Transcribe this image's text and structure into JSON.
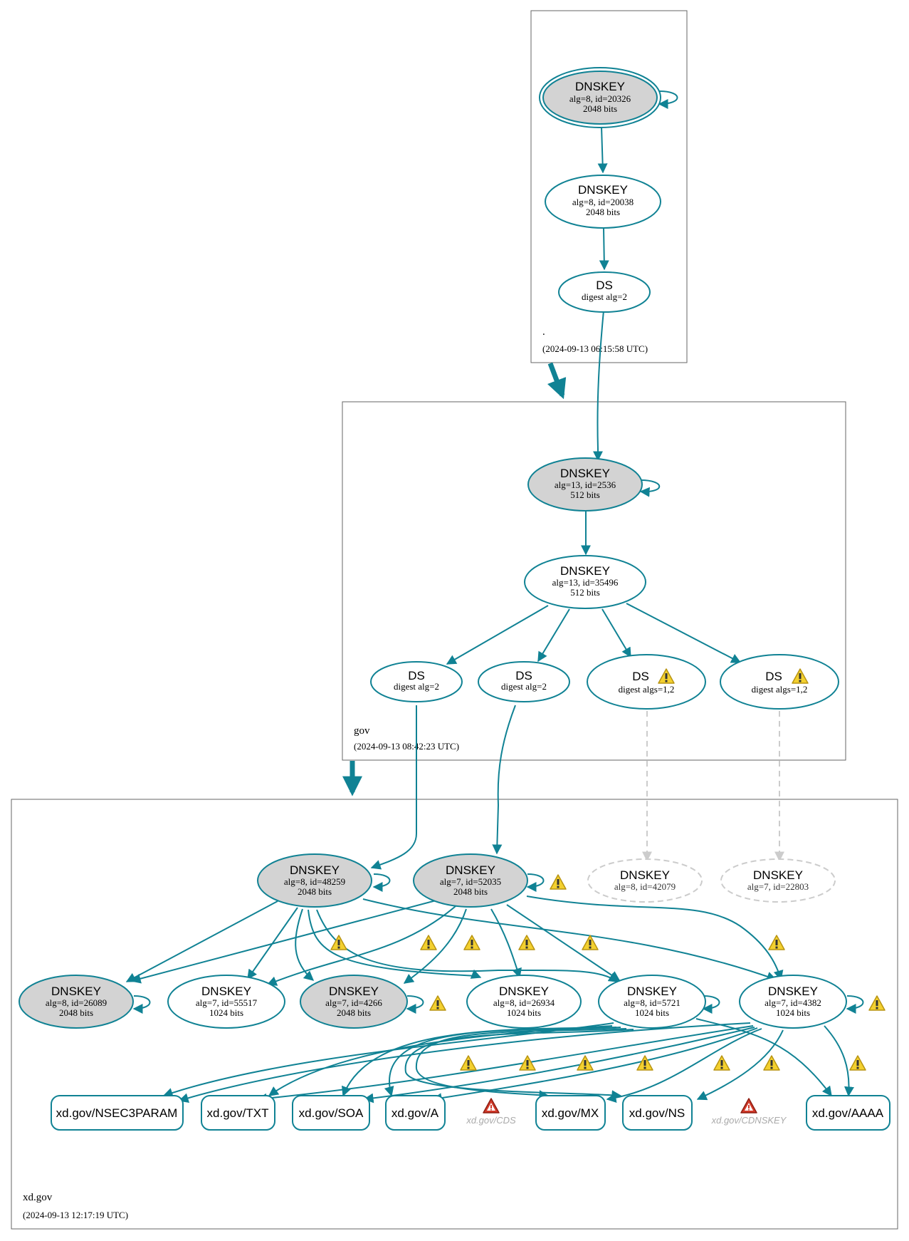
{
  "colors": {
    "edge": "#108294",
    "ksk_fill": "#d3d3d3",
    "ghost": "#cccccc",
    "warning": "#f0c419",
    "error": "#c0392b"
  },
  "zones": {
    "root": {
      "name": ".",
      "timestamp": "(2024-09-13 06:15:58 UTC)"
    },
    "gov": {
      "name": "gov",
      "timestamp": "(2024-09-13 08:42:23 UTC)"
    },
    "xd": {
      "name": "xd.gov",
      "timestamp": "(2024-09-13 12:17:19 UTC)"
    }
  },
  "nodes": {
    "root_ksk": {
      "title": "DNSKEY",
      "line1": "alg=8, id=20326",
      "line2": "2048 bits"
    },
    "root_zsk": {
      "title": "DNSKEY",
      "line1": "alg=8, id=20038",
      "line2": "2048 bits"
    },
    "root_ds": {
      "title": "DS",
      "line1": "digest alg=2"
    },
    "gov_ksk": {
      "title": "DNSKEY",
      "line1": "alg=13, id=2536",
      "line2": "512 bits"
    },
    "gov_zsk": {
      "title": "DNSKEY",
      "line1": "alg=13, id=35496",
      "line2": "512 bits"
    },
    "gov_ds1": {
      "title": "DS",
      "line1": "digest alg=2"
    },
    "gov_ds2": {
      "title": "DS",
      "line1": "digest alg=2"
    },
    "gov_ds3": {
      "title": "DS",
      "line1": "digest algs=1,2"
    },
    "gov_ds4": {
      "title": "DS",
      "line1": "digest algs=1,2"
    },
    "xd_k48259": {
      "title": "DNSKEY",
      "line1": "alg=8, id=48259",
      "line2": "2048 bits"
    },
    "xd_k52035": {
      "title": "DNSKEY",
      "line1": "alg=7, id=52035",
      "line2": "2048 bits"
    },
    "xd_k42079": {
      "title": "DNSKEY",
      "line1": "alg=8, id=42079"
    },
    "xd_k22803": {
      "title": "DNSKEY",
      "line1": "alg=7, id=22803"
    },
    "xd_k26089": {
      "title": "DNSKEY",
      "line1": "alg=8, id=26089",
      "line2": "2048 bits"
    },
    "xd_k55517": {
      "title": "DNSKEY",
      "line1": "alg=7, id=55517",
      "line2": "1024 bits"
    },
    "xd_k4266": {
      "title": "DNSKEY",
      "line1": "alg=7, id=4266",
      "line2": "2048 bits"
    },
    "xd_k26934": {
      "title": "DNSKEY",
      "line1": "alg=8, id=26934",
      "line2": "1024 bits"
    },
    "xd_k5721": {
      "title": "DNSKEY",
      "line1": "alg=8, id=5721",
      "line2": "1024 bits"
    },
    "xd_k4382": {
      "title": "DNSKEY",
      "line1": "alg=7, id=4382",
      "line2": "1024 bits"
    }
  },
  "rrsets": {
    "nsec3param": "xd.gov/NSEC3PARAM",
    "txt": "xd.gov/TXT",
    "soa": "xd.gov/SOA",
    "a": "xd.gov/A",
    "cds": "xd.gov/CDS",
    "mx": "xd.gov/MX",
    "ns": "xd.gov/NS",
    "cdnskey": "xd.gov/CDNSKEY",
    "aaaa": "xd.gov/AAAA"
  }
}
